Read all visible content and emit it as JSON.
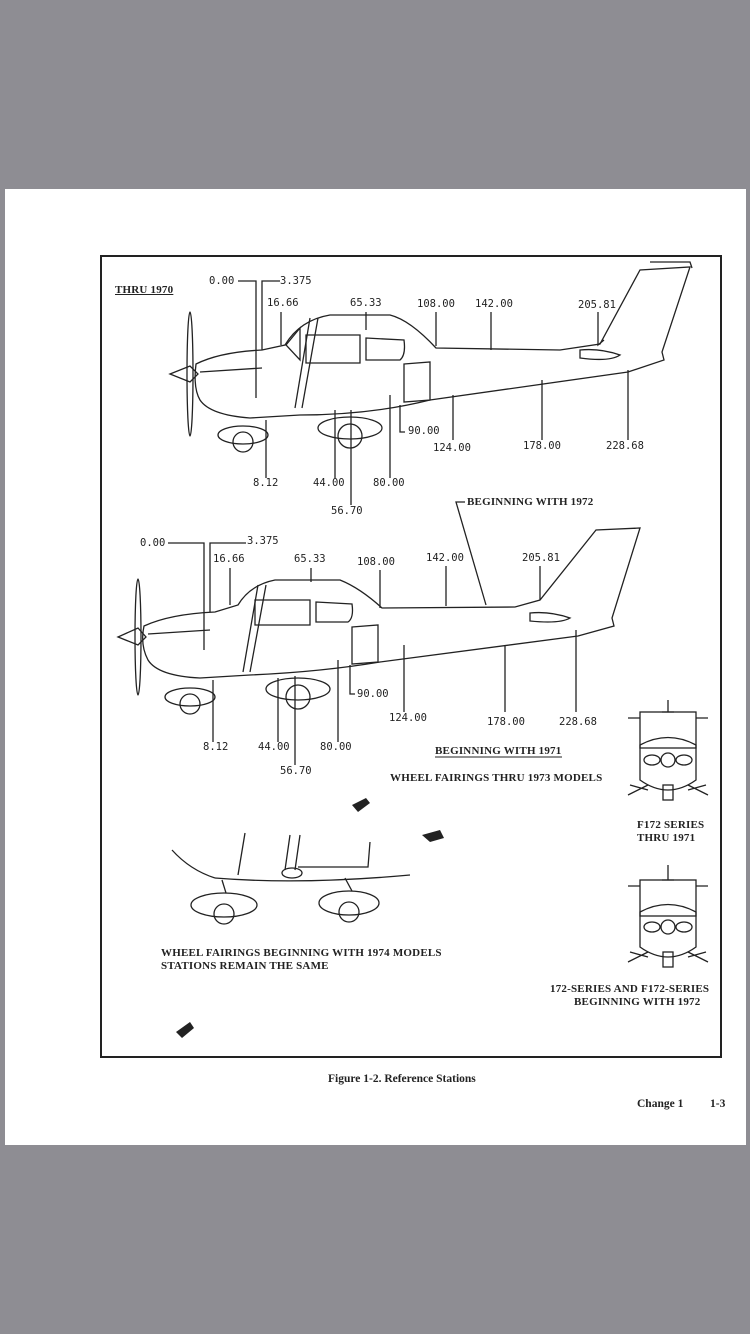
{
  "document": {
    "figure_caption": "Figure 1-2.  Reference Stations",
    "change_label": "Change 1",
    "page_number": "1-3"
  },
  "views": {
    "thru_1970": {
      "title": "THRU 1970",
      "stations": {
        "s0": "0.00",
        "s3375": "3.375",
        "s1666": "16.66",
        "s6533": "65.33",
        "s108": "108.00",
        "s142": "142.00",
        "s20581": "205.81",
        "s812": "8.12",
        "s44": "44.00",
        "s5670": "56.70",
        "s80": "80.00",
        "s90": "90.00",
        "s124": "124.00",
        "s178": "178.00",
        "s22868": "228.68"
      }
    },
    "beginning_1971": {
      "title": "BEGINNING WITH 1971",
      "callout_1972": "BEGINNING WITH 1972",
      "stations": {
        "s0": "0.00",
        "s3375": "3.375",
        "s1666": "16.66",
        "s6533": "65.33",
        "s108": "108.00",
        "s142": "142.00",
        "s20581": "205.81",
        "s812": "8.12",
        "s44": "44.00",
        "s5670": "56.70",
        "s80": "80.00",
        "s90": "90.00",
        "s124": "124.00",
        "s178": "178.00",
        "s22868": "228.68"
      }
    },
    "wheel_fairings_thru_1973": "WHEEL FAIRINGS THRU 1973 MODELS",
    "wheel_fairings_1974": {
      "line1": "WHEEL FAIRINGS BEGINNING WITH 1974 MODELS",
      "line2": "STATIONS REMAIN THE SAME"
    },
    "front_view_f172": {
      "line1": "F172 SERIES",
      "line2": "THRU 1971"
    },
    "front_view_172": {
      "line1": "172-SERIES AND F172-SERIES",
      "line2": "BEGINNING WITH 1972"
    }
  },
  "colors": {
    "background": "#8e8d93",
    "page": "#ffffff",
    "ink": "#222222"
  }
}
